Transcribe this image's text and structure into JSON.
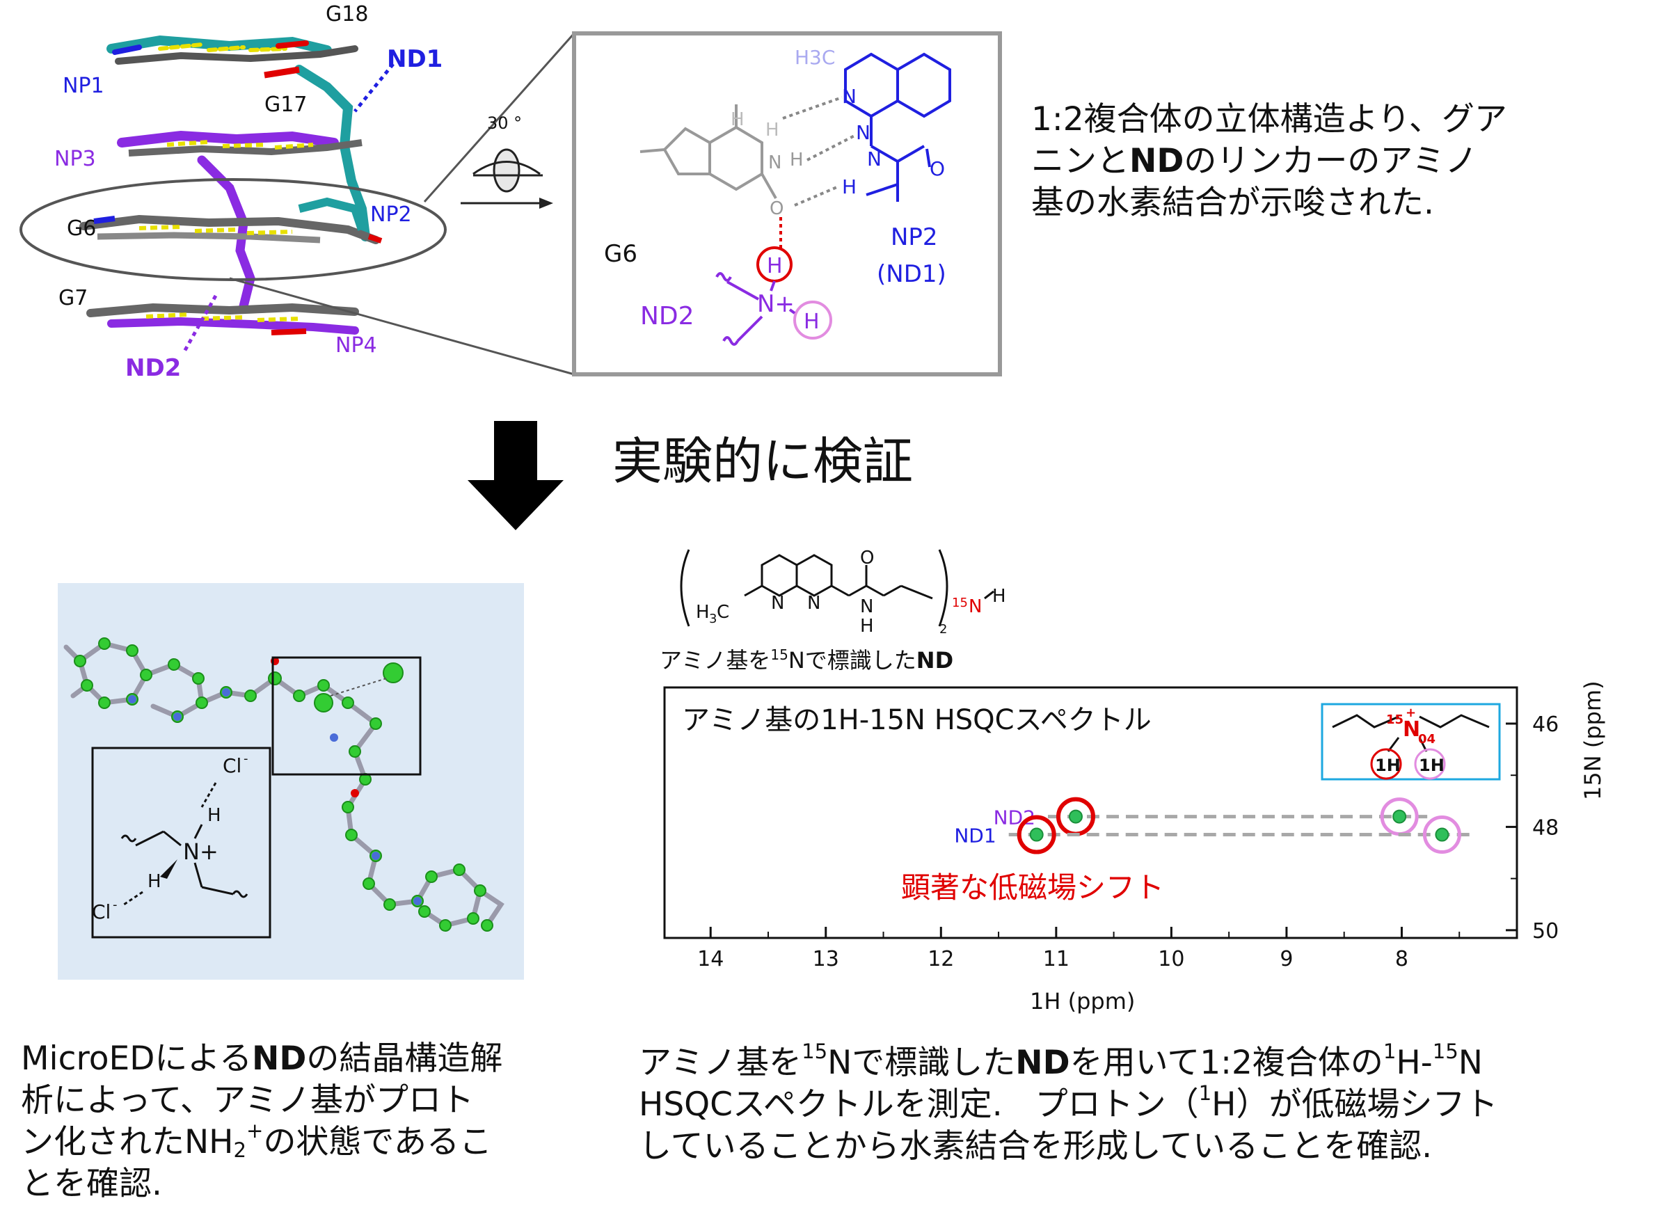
{
  "structure_3d": {
    "labels": {
      "g18": "G18",
      "nd1": "ND1",
      "np1": "NP1",
      "g17": "G17",
      "np3": "NP3",
      "g6": "G6",
      "np2": "NP2",
      "g7": "G7",
      "nd2": "ND2",
      "np4": "NP4"
    },
    "rotation": "30 °"
  },
  "zoom_panel": {
    "h3c": "H3C",
    "g6": "G6",
    "np2": "NP2",
    "nd1_paren": "(ND1)",
    "nd2": "ND2",
    "n_plus": "N+",
    "h": "H"
  },
  "top_text": {
    "line1": "1:2複合体の立体構造より、グア",
    "line2_a": "ニンと",
    "line2_b": "ND",
    "line2_c": "のリンカーのアミノ",
    "line3": "基の水素結合が示唆された."
  },
  "verify_label": "実験的に検証",
  "nd_caption": {
    "a": "アミノ基を",
    "sup": "15",
    "b": "Nで標識した",
    "c": "ND"
  },
  "crystal_inset": {
    "cl_top": "Cl",
    "cl_bottom": "Cl",
    "h": "H",
    "n_plus": "N+"
  },
  "chart_data": {
    "type": "scatter",
    "title": "アミノ基の1H-15N HSQCスペクトル",
    "xlabel": "1H (ppm)",
    "ylabel": "15N (ppm)",
    "xlim": [
      14.4,
      7.0
    ],
    "ylim": [
      45.3,
      50.15
    ],
    "x_ticks": [
      "14",
      "13",
      "12",
      "11",
      "10",
      "9",
      "8"
    ],
    "y_ticks": [
      "46",
      "48",
      "50"
    ],
    "series": [
      {
        "name": "ND2",
        "points": [
          [
            10.83,
            47.8
          ],
          [
            8.02,
            47.8
          ]
        ]
      },
      {
        "name": "ND1",
        "points": [
          [
            11.17,
            48.15
          ],
          [
            7.65,
            48.15
          ]
        ]
      }
    ],
    "annotation": "顕著な低磁場シフト",
    "inset": {
      "n_label": "N",
      "n_sup": "15",
      "n_sub": "04",
      "h1": "1H",
      "h2": "1H"
    }
  },
  "bottom_left_text": {
    "line1_a": "MicroEDによる",
    "line1_b": "ND",
    "line1_c": "の結晶構造解",
    "line2": "析によって、アミノ基がプロト",
    "line3_a": "ン化されたNH",
    "line3_sub": "2",
    "line3_sup": "+",
    "line3_b": "の状態であるこ",
    "line4": "とを確認."
  },
  "bottom_right_text": {
    "line1_a": "アミノ基を",
    "line1_sup1": "15",
    "line1_b": "Nで標識した",
    "line1_c": "ND",
    "line1_d": "を用いて1:2複合体の",
    "line1_sup2": "1",
    "line1_e": "H-",
    "line1_sup3": "15",
    "line1_f": "N",
    "line2_a": "HSQCスペクトルを測定.　プロトン（",
    "line2_sup": "1",
    "line2_b": "H）が低磁場シフト",
    "line3": "していることから水素結合を形成していることを確認."
  },
  "colors": {
    "blue": "#1f1fe0",
    "purple": "#8a2be2",
    "red": "#e00000",
    "pink": "#e28ce0",
    "teal": "#1f9fa0",
    "yellow": "#e8e000",
    "green": "#33cc33",
    "cyan_box": "#1ea8e0",
    "panel_bg": "#dde9f5"
  }
}
